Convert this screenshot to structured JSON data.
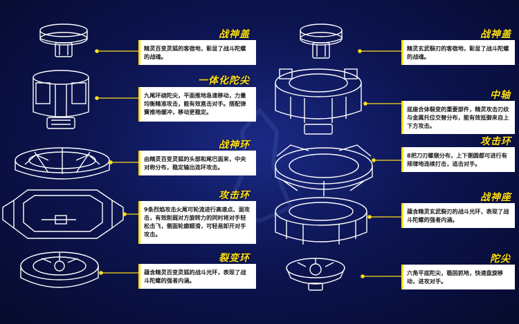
{
  "left": [
    {
      "title": "战神盖",
      "desc": "精灵百变灵狐的客宿地，彰显了战斗陀螺的战魂。"
    },
    {
      "title": "一体化陀尖",
      "desc": "九尾环绕陀尖，平面推地急速移动，力量均衡精准攻击，能有效直击对手。搭配弹簧推地缓冲，移动更稳定。"
    },
    {
      "title": "战神环",
      "desc": "由精灵百变灵狐的头部和尾巴面来，中央对称分布，稳定输出连环攻击。"
    },
    {
      "title": "攻击环",
      "desc": "9条烈焰攻击火尾可轮流进行高速点、面攻击，有效削弱对方旋转力的同时将对手轻松击飞，侧面轮廓顺滑，可轻易卸开对手攻击。"
    },
    {
      "title": "裂变环",
      "desc": "蕴含精灵百变灵狐的战斗光环，表现了战斗陀螺的强者内涵。"
    }
  ],
  "right": [
    {
      "title": "战神盖",
      "desc": "精灵玄武裂刃的客宿地，彰显了战斗陀螺的战魂。"
    },
    {
      "title": "中轴",
      "desc": "底座合体裂变的重要部件，精灵攻击刃纹与金属托位交替分布，能有效抵御来自上下方攻击。"
    },
    {
      "title": "攻击环",
      "desc": "8把刀刃螺侧分布，上下侧圆都可进行有规律地连续打击，追击对手。"
    },
    {
      "title": "战神座",
      "desc": "蕴含精灵玄武裂刃的战斗光环，表现了战斗陀螺的强者内涵。"
    },
    {
      "title": "陀尖",
      "desc": "六角平底陀尖，稳固抓地，快速盘旋移动，进攻对手。"
    }
  ],
  "colors": {
    "accent": "#ffe01a",
    "line": "#ffe01a",
    "bg": "#0d1553",
    "box": "#ffffff"
  }
}
